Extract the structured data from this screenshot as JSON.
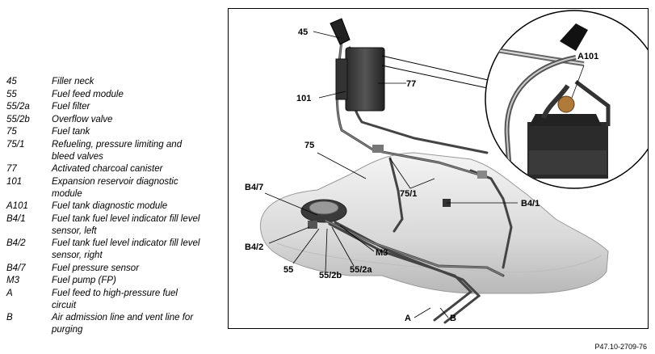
{
  "legend": [
    {
      "code": "45",
      "desc": "Filler neck"
    },
    {
      "code": "55",
      "desc": "Fuel feed module"
    },
    {
      "code": "55/2a",
      "desc": "Fuel filter"
    },
    {
      "code": "55/2b",
      "desc": "Overflow valve"
    },
    {
      "code": "75",
      "desc": "Fuel tank"
    },
    {
      "code": "75/1",
      "desc": "Refueling, pressure limiting and bleed valves"
    },
    {
      "code": "77",
      "desc": "Activated charcoal canister"
    },
    {
      "code": "101",
      "desc": "Expansion reservoir diagnostic module"
    },
    {
      "code": "A101",
      "desc": "Fuel tank diagnostic module"
    },
    {
      "code": "B4/1",
      "desc": "Fuel tank fuel level indicator fill level sensor, left"
    },
    {
      "code": "B4/2",
      "desc": "Fuel tank fuel level indicator fill level sensor, right"
    },
    {
      "code": "B4/7",
      "desc": "Fuel pressure sensor"
    },
    {
      "code": "M3",
      "desc": "Fuel pump (FP)"
    },
    {
      "code": "A",
      "desc": "Fuel feed to high-pressure fuel circuit"
    },
    {
      "code": "B",
      "desc": "Air admission line and vent line for purging"
    }
  ],
  "callouts": {
    "c45": "45",
    "c77": "77",
    "c101": "101",
    "c75": "75",
    "c751": "75/1",
    "cB47": "B4/7",
    "cB41": "B4/1",
    "cB42": "B4/2",
    "c55": "55",
    "c552b": "55/2b",
    "c552a": "55/2a",
    "cM3": "M3",
    "cA": "A",
    "cB": "B",
    "cA101": "A101"
  },
  "reference": "P47.10-2709-76"
}
